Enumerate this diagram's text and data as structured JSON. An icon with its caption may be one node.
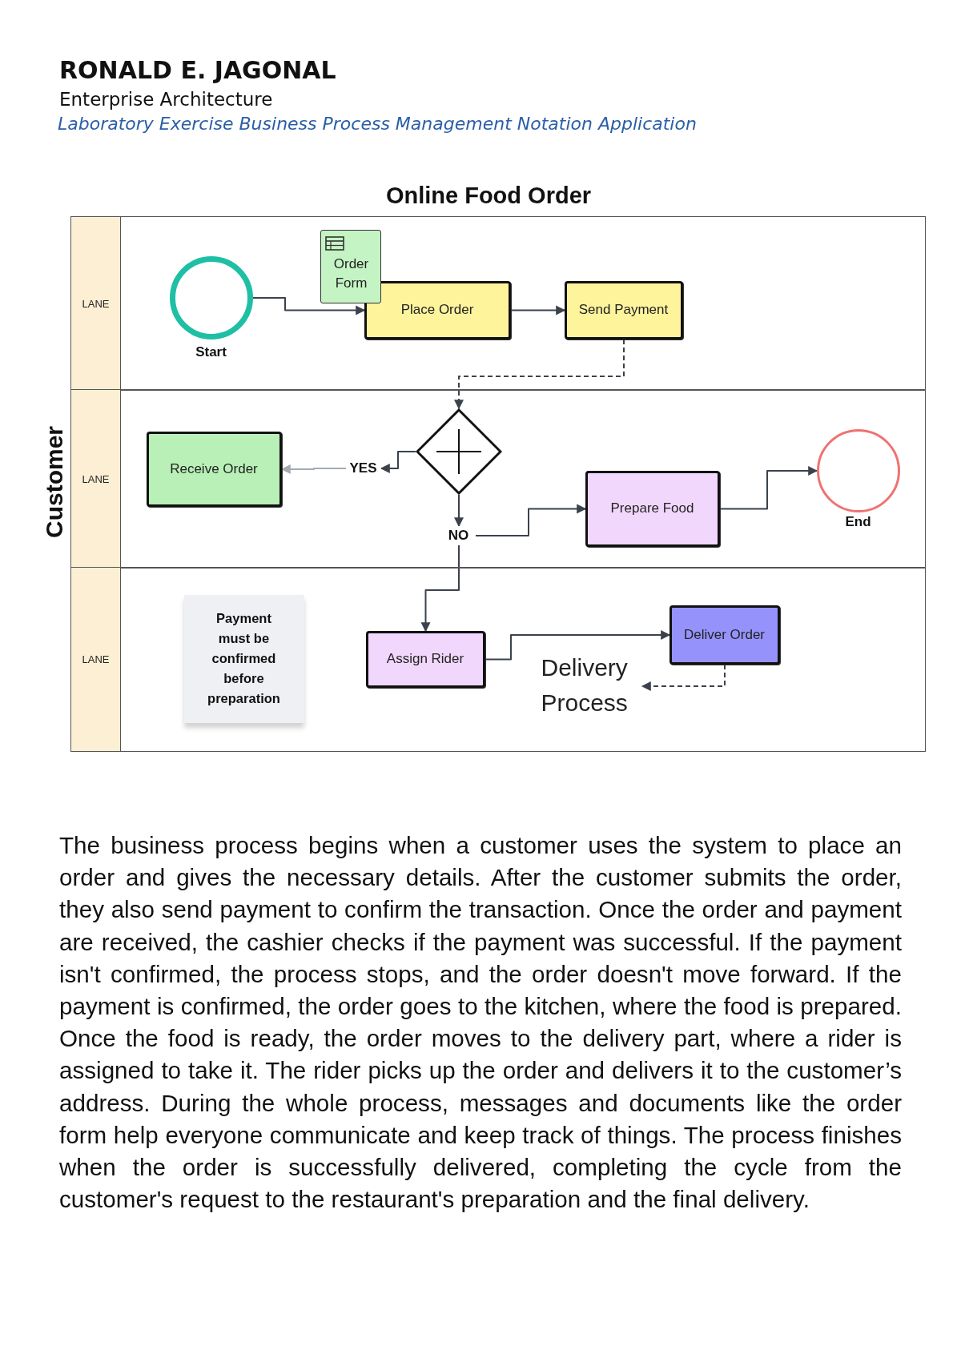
{
  "diagram": {
    "title": "Online Food Order",
    "nodes": [
      {
        "text": [
          "Customer"
        ]
      },
      {
        "text": [
          "LANE"
        ],
        "in": 0
      },
      {
        "text": [
          "LANE"
        ],
        "in": 0
      },
      {
        "text": [
          "LANE"
        ],
        "in": 0
      },
      {
        "text": [
          "Start"
        ],
        "in": 1
      },
      {
        "text": [
          "Order Form"
        ],
        "in": 1
      },
      {
        "text": [
          "Place Order"
        ],
        "in": 1
      },
      {
        "text": [
          "Send Payment"
        ],
        "in": 1
      },
      {
        "text": [],
        "shape": "diamond",
        "in": 2
      },
      {
        "text": [
          "YES"
        ],
        "in": 2
      },
      {
        "text": [
          "Receive Order"
        ],
        "in": 2
      },
      {
        "text": [
          "NO"
        ],
        "in": 2
      },
      {
        "text": [
          "Prepare Food"
        ],
        "in": 2
      },
      {
        "text": [
          "End"
        ],
        "in": 2
      },
      {
        "text": [
          "Payment must be confirmed before preparation"
        ],
        "in": 3
      },
      {
        "text": [
          "Assign Rider"
        ],
        "in": 3
      },
      {
        "text": [
          "Deliver Order"
        ],
        "in": 3
      },
      {
        "text": [
          "Delivery Process"
        ],
        "in": 3
      }
    ],
    "edges": [
      {
        "from": 4,
        "to": 6,
        "arrow": "to"
      },
      {
        "from": 6,
        "to": 7,
        "arrow": "to"
      },
      {
        "from": 7,
        "to": 8,
        "arrow": "to",
        "style": "dashed"
      },
      {
        "from": 8,
        "to": 9,
        "arrow": "to"
      },
      {
        "from": 9,
        "to": 10,
        "arrow": "to",
        "color": "#a3abb5"
      },
      {
        "from": 8,
        "to": 11,
        "arrow": "to"
      },
      {
        "from": 11,
        "to": 12,
        "arrow": "to"
      },
      {
        "from": 12,
        "to": 13,
        "arrow": "to"
      },
      {
        "from": 11,
        "to": 15,
        "arrow": "to"
      },
      {
        "from": 15,
        "to": 16,
        "arrow": "to"
      },
      {
        "from": 16,
        "to": 17,
        "arrow": "to",
        "style": "dashed"
      }
    ],
    "labels": [
      "RONALD E. JAGONAL",
      "Enterprise Architecture",
      "Laboratory Exercise Business Process Management Notation Application",
      "The business process begins when a customer uses the system to place an order and gives the necessary details. After the customer submits the order, they also send payment to confirm the transaction. Once the order and payment are received, the cashier checks if the payment was successful. If the payment isn't confirmed, the process stops, and the order doesn't move forward. If the payment is confirmed, the order goes to the kitchen, where the food is prepared. Once the food is ready, the order moves to the delivery part, where a rider is assigned to take it. The rider picks up the order and delivers it to the customer’s address. During the whole process, messages and documents like the order form help everyone communicate and keep track of things. The process finishes when the order is successfully delivered, completing the cycle from the customer's request to the restaurant's preparation and the final delivery."
    ]
  }
}
